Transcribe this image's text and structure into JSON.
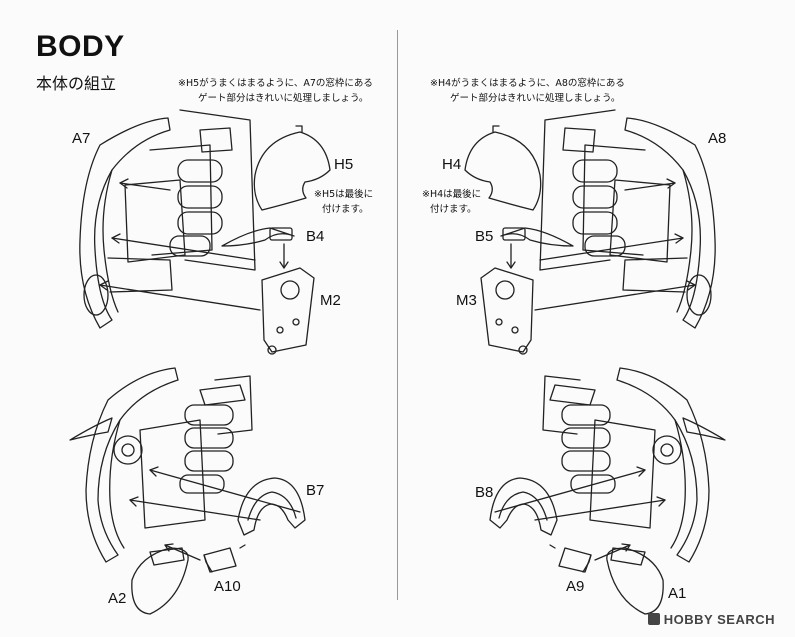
{
  "header": {
    "title": "BODY",
    "subtitle": "本体の組立"
  },
  "left": {
    "note_lines": [
      "※H5がうまくはまるように、A7の窓枠にある",
      "ゲート部分はきれいに処理しましょう。"
    ],
    "side_note_lines": [
      "※H5は最後に",
      "付けます。"
    ],
    "parts": {
      "a7": "A7",
      "h5": "H5",
      "b4": "B4",
      "m2": "M2",
      "b7": "B7",
      "a2": "A2",
      "a10": "A10"
    }
  },
  "right": {
    "note_lines": [
      "※H4がうまくはまるように、A8の窓枠にある",
      "ゲート部分はきれいに処理しましょう。"
    ],
    "side_note_lines": [
      "※H4は最後に",
      "付けます。"
    ],
    "parts": {
      "a8": "A8",
      "h4": "H4",
      "b5": "B5",
      "m3": "M3",
      "b8": "B8",
      "a9": "A9",
      "a1": "A1"
    }
  },
  "watermark": {
    "text": "HOBBY SEARCH"
  }
}
